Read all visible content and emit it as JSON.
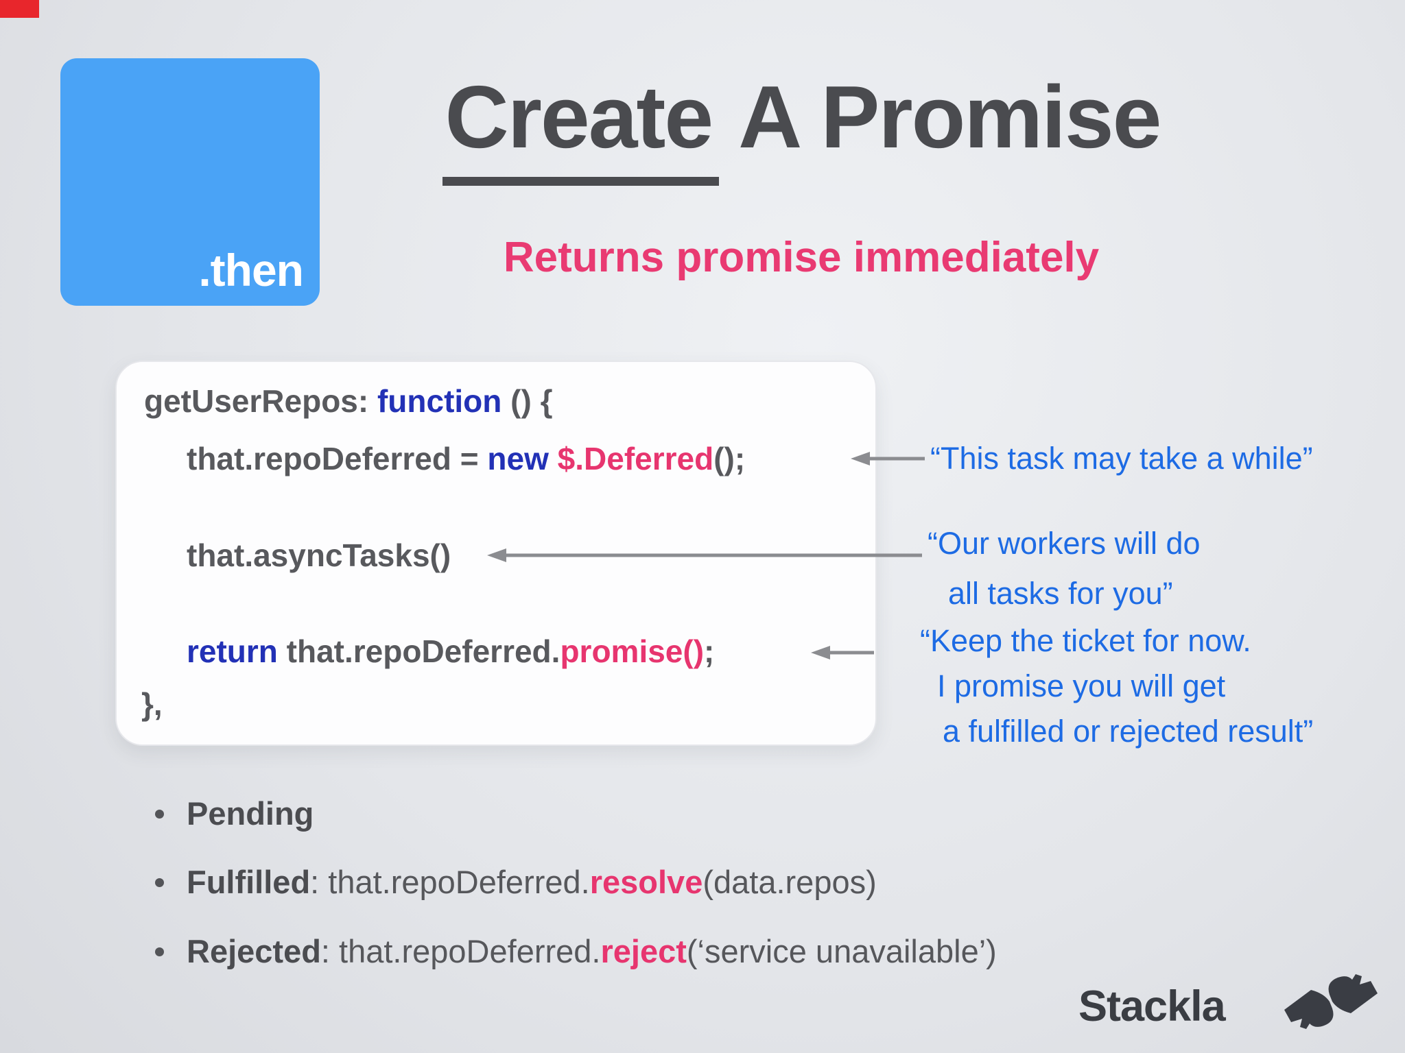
{
  "slide": {
    "badge": {
      "label": ".then",
      "color": "#4aa3f6"
    },
    "header": {
      "title_underlined": "Create",
      "title_rest": "A Promise",
      "subtitle": "Returns promise immediately"
    },
    "code_block": {
      "l1a": "getUserRepos: ",
      "l1b": "function",
      "l1c": " () {",
      "l2a": "that.repoDeferred = ",
      "l2b": "new ",
      "l2c": "$.Deferred",
      "l2d": "();",
      "l3a": "that.asyncTasks()",
      "l4a": "return",
      "l4b": " that.repoDeferred.",
      "l4c": "promise()",
      "l4d": ";",
      "l5a": "},"
    },
    "annotations": {
      "deferred": "“This task may take a while”",
      "async_line1": "“Our workers will do",
      "async_line2": "all tasks for you”",
      "promise_line1": "“Keep the ticket for now.",
      "promise_line2": "I promise you will get",
      "promise_line3": "a fulfilled or rejected result”"
    },
    "bullets": {
      "pending": "Pending",
      "fulfilled_label": "Fulfilled",
      "fulfilled_mid": ": that.repoDeferred.",
      "fulfilled_keyword": "resolve",
      "fulfilled_tail": "(data.repos)",
      "rejected_label": "Rejected",
      "rejected_mid": ": that.repoDeferred.",
      "rejected_keyword": "reject",
      "rejected_tail": "(‘service unavailable’)"
    },
    "footer": {
      "brand": "Stackla"
    },
    "colors": {
      "badge_blue": "#4aa3f6",
      "title_gray": "#4a4b4f",
      "accent_pink": "#e7356f",
      "code_keyword_blue": "#2231b6",
      "code_gray": "#58595d",
      "annotation_blue": "#1d6be4",
      "arrow_gray": "#8b8c90",
      "brand_gray": "#3a3d44",
      "recording_marker_red": "#e8262c",
      "card_white": "#fdfdfe"
    }
  }
}
